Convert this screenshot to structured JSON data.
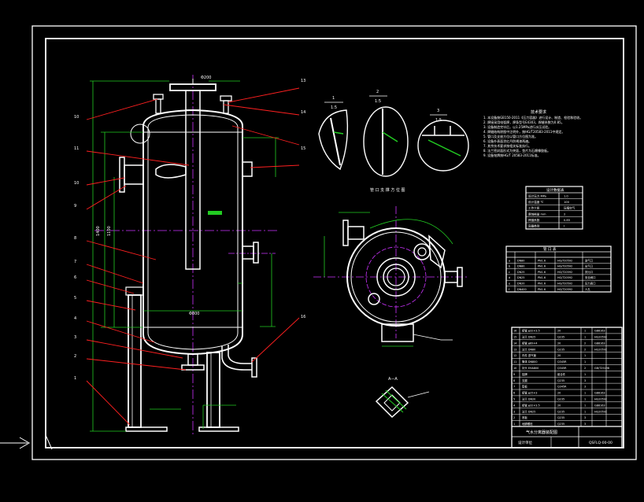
{
  "colors": {
    "background": "#000000",
    "frame": "#ffffff",
    "vessel": "#ffffff",
    "centerline": "#cc33ff",
    "leader": "#ff2020",
    "dimension": "#22cc22",
    "hatch": "#22cc22"
  },
  "view_labels": {
    "top_view_title": "管 口 支 撑 方 位 图",
    "section_aa": "A—A",
    "detail_1": "1",
    "detail_2": "2",
    "detail_3": "3",
    "detail_scale": "1:5"
  },
  "balloons_left": [
    "10",
    "11",
    "10",
    "9",
    "8",
    "7",
    "6",
    "5",
    "4",
    "3",
    "2",
    "1"
  ],
  "balloons_right": [
    "13",
    "14",
    "15",
    "16"
  ],
  "notes": {
    "heading": "技术要求",
    "lines": [
      "1. 本设备按GB150-2011《压力容器》进行设计、制造、检验和验收。",
      "2. 焊接采用电弧焊，焊条型号E4303，焊缝系数为0.85。",
      "3. 设备制造完毕后，以1.25MPa进行水压试验。",
      "4. 焊缝结构除图中注明外，按HG/T20583-2011中规定。",
      "5. 管口及支座方位以管口方位图为准。",
      "6. 设备外表面涂红丹防锈漆两遍。",
      "7. 其余技术要求按相关标准执行。",
      "8. 法兰密封面形式为突面，垫片为石棉橡胶板。",
      "9. 设备铭牌按HG/T 20583-2011标准。"
    ]
  },
  "design_table": {
    "title": "设计数据表",
    "rows": [
      [
        "设计压力 MPa",
        "1.0"
      ],
      [
        "设计温度 ℃",
        "100"
      ],
      [
        "工作介质",
        "压缩空气"
      ],
      [
        "腐蚀裕量 mm",
        "2"
      ],
      [
        "焊缝系数",
        "0.85"
      ],
      [
        "容器类别",
        "Ⅰ"
      ]
    ]
  },
  "nozzle_table": {
    "title": "管 口 表",
    "rows": [
      [
        "a",
        "DN80",
        "PN1.6",
        "HG/T20592",
        "进气口"
      ],
      [
        "b",
        "DN80",
        "PN1.6",
        "HG/T20592",
        "出气口"
      ],
      [
        "c",
        "DN25",
        "PN1.6",
        "HG/T20592",
        "排污口"
      ],
      [
        "d",
        "DN25",
        "PN1.6",
        "HG/T20592",
        "安全阀口"
      ],
      [
        "e",
        "DN20",
        "PN1.6",
        "HG/T20592",
        "压力表口"
      ],
      [
        "f",
        "DN400",
        "PN1.6",
        "HG/T20592",
        "人孔"
      ]
    ]
  },
  "bom": {
    "rows": [
      [
        "16",
        "接管 φ32×3.5",
        "20",
        "1",
        "GB8163"
      ],
      [
        "15",
        "法兰 DN25",
        "Q235",
        "1",
        "HG20592"
      ],
      [
        "14",
        "接管 φ89×4",
        "20",
        "2",
        "GB8163"
      ],
      [
        "13",
        "法兰 DN80",
        "Q235",
        "2",
        "HG20592"
      ],
      [
        "12",
        "内件 进气管",
        "20",
        "1",
        ""
      ],
      [
        "11",
        "筒体 DN800",
        "Q345R",
        "1",
        ""
      ],
      [
        "10",
        "封头 EHA800",
        "Q345R",
        "2",
        "GB/T25198"
      ],
      [
        "9",
        "铭牌",
        "组合件",
        "1",
        ""
      ],
      [
        "8",
        "支腿",
        "Q235",
        "3",
        ""
      ],
      [
        "7",
        "垫板",
        "Q345R",
        "3",
        ""
      ],
      [
        "6",
        "接管 φ25×3",
        "20",
        "1",
        "GB8163"
      ],
      [
        "5",
        "法兰 DN20",
        "Q235",
        "1",
        "HG20592"
      ],
      [
        "4",
        "接管 φ32×3.5",
        "20",
        "1",
        "GB8163"
      ],
      [
        "3",
        "法兰 DN25",
        "Q235",
        "1",
        "HG20592"
      ],
      [
        "2",
        "底板",
        "Q235",
        "3",
        ""
      ],
      [
        "1",
        "地脚螺栓",
        "Q235",
        "3",
        ""
      ]
    ],
    "title_block": "气水分离器装配图",
    "drawing_no": "QSFLQ-00-00",
    "company": "设计单位"
  }
}
